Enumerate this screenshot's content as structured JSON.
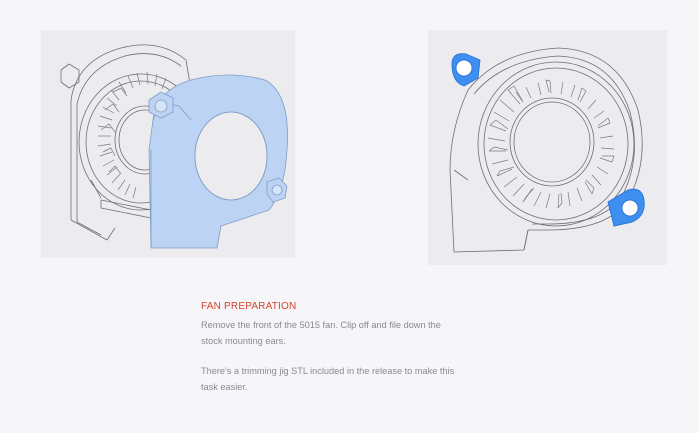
{
  "images": {
    "left": {
      "icon": "fan-with-removed-front-cover",
      "highlight_color": "#b8d0f2"
    },
    "right": {
      "icon": "fan-with-mounting-ears-highlighted",
      "highlight_color": "#3d8ff0"
    }
  },
  "section": {
    "title": "FAN PREPARATION",
    "title_color": "#d4442e",
    "paragraph1": "Remove the front of the 5015 fan. Clip off and file down the stock mounting ears.",
    "paragraph2": "There's a trimming jig STL included in the release to make this task easier."
  }
}
